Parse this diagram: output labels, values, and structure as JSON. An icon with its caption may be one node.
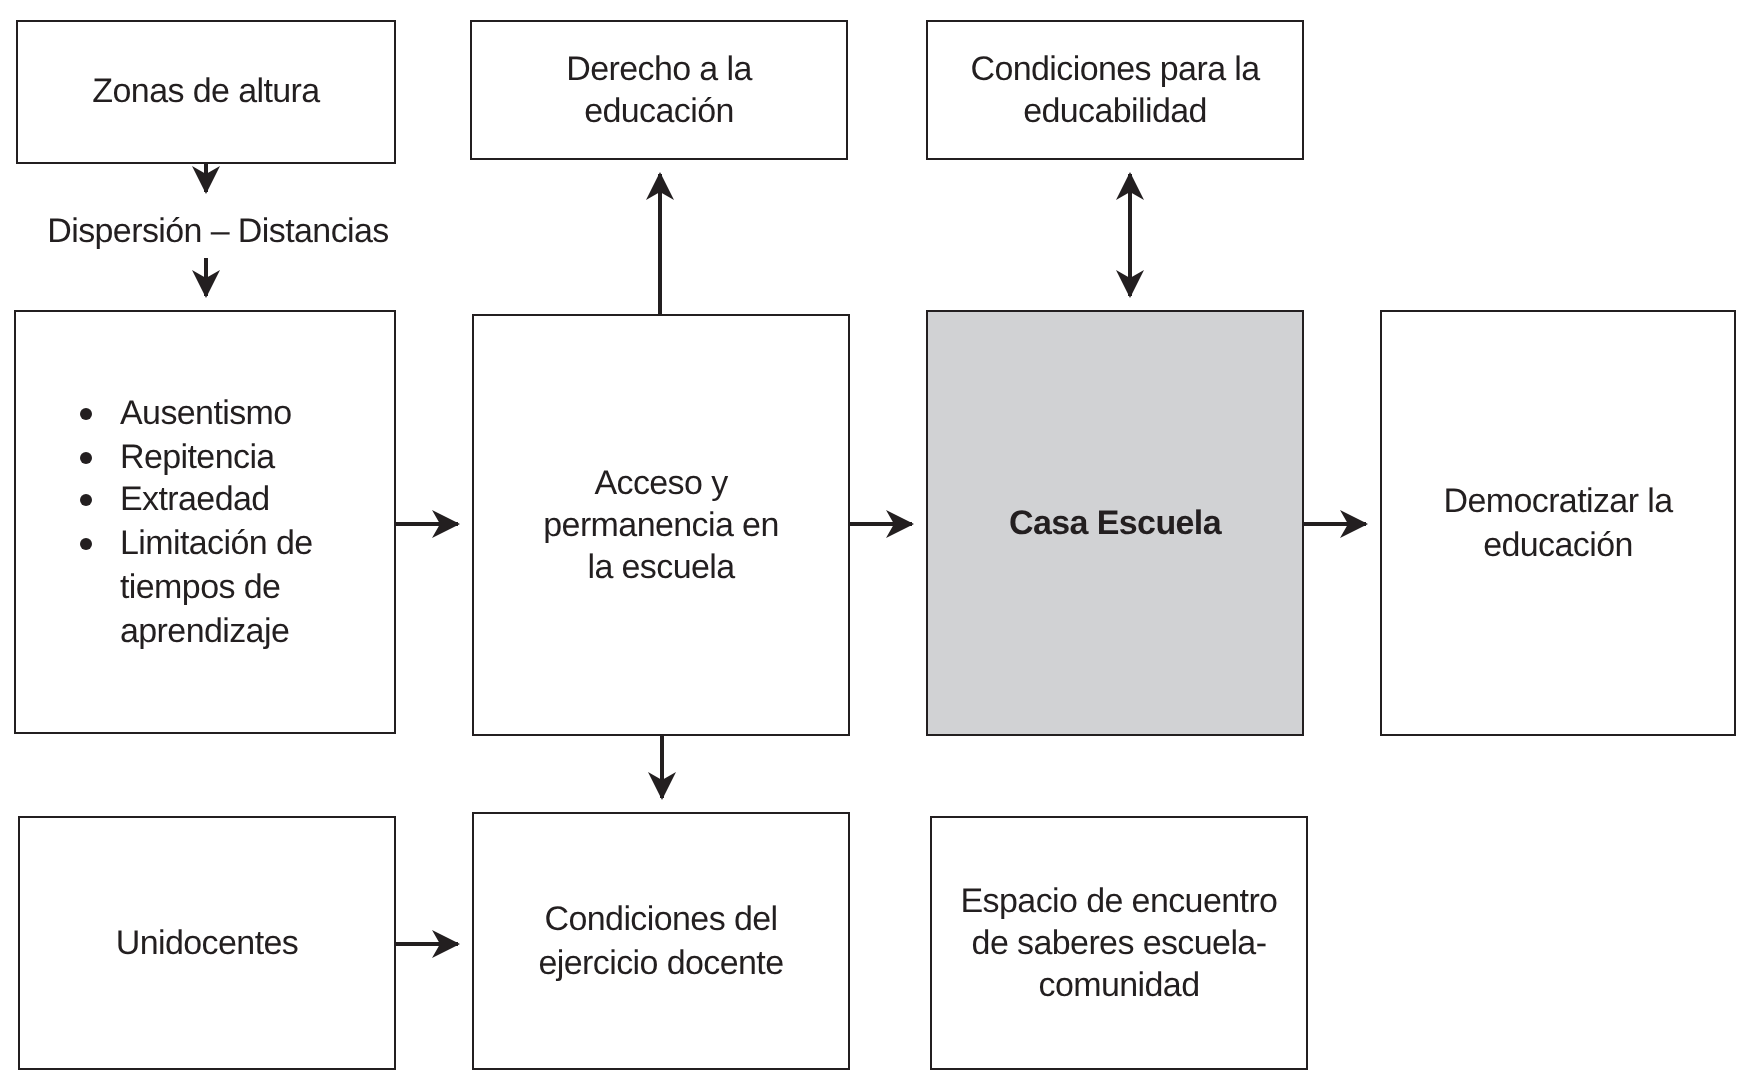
{
  "diagram": {
    "nodes": [
      {
        "text": [
          "Zonas de altura"
        ]
      },
      {
        "text": [
          "Dispersión – Distancias"
        ]
      },
      {
        "text": [
          "Ausentismo",
          "Repitencia",
          "Extraedad",
          "Limitación de tiempos de aprendizaje"
        ]
      },
      {
        "text": [
          "Derecho a la educación"
        ]
      },
      {
        "text": [
          "Condiciones para la educabilidad"
        ]
      },
      {
        "text": [
          "Acceso y permanencia en la escuela"
        ]
      },
      {
        "text": [
          "Casa Escuela"
        ]
      },
      {
        "text": [
          "Democratizar la educación"
        ]
      },
      {
        "text": [
          "Unidocentes"
        ]
      },
      {
        "text": [
          "Condiciones del ejercicio docente"
        ]
      },
      {
        "text": [
          "Espacio de encuentro de saberes escuela-comunidad"
        ]
      }
    ],
    "edges": [
      {
        "from": 0,
        "to": 1,
        "arrow": "to"
      },
      {
        "from": 1,
        "to": 2,
        "arrow": "to"
      },
      {
        "from": 2,
        "to": 5,
        "arrow": "to"
      },
      {
        "from": 5,
        "to": 3,
        "arrow": "to"
      },
      {
        "from": 6,
        "to": 4,
        "arrow": "both"
      },
      {
        "from": 5,
        "to": 6,
        "arrow": "to"
      },
      {
        "from": 6,
        "to": 7,
        "arrow": "to"
      },
      {
        "from": 5,
        "to": 9,
        "arrow": "to"
      },
      {
        "from": 8,
        "to": 9,
        "arrow": "to"
      }
    ]
  }
}
